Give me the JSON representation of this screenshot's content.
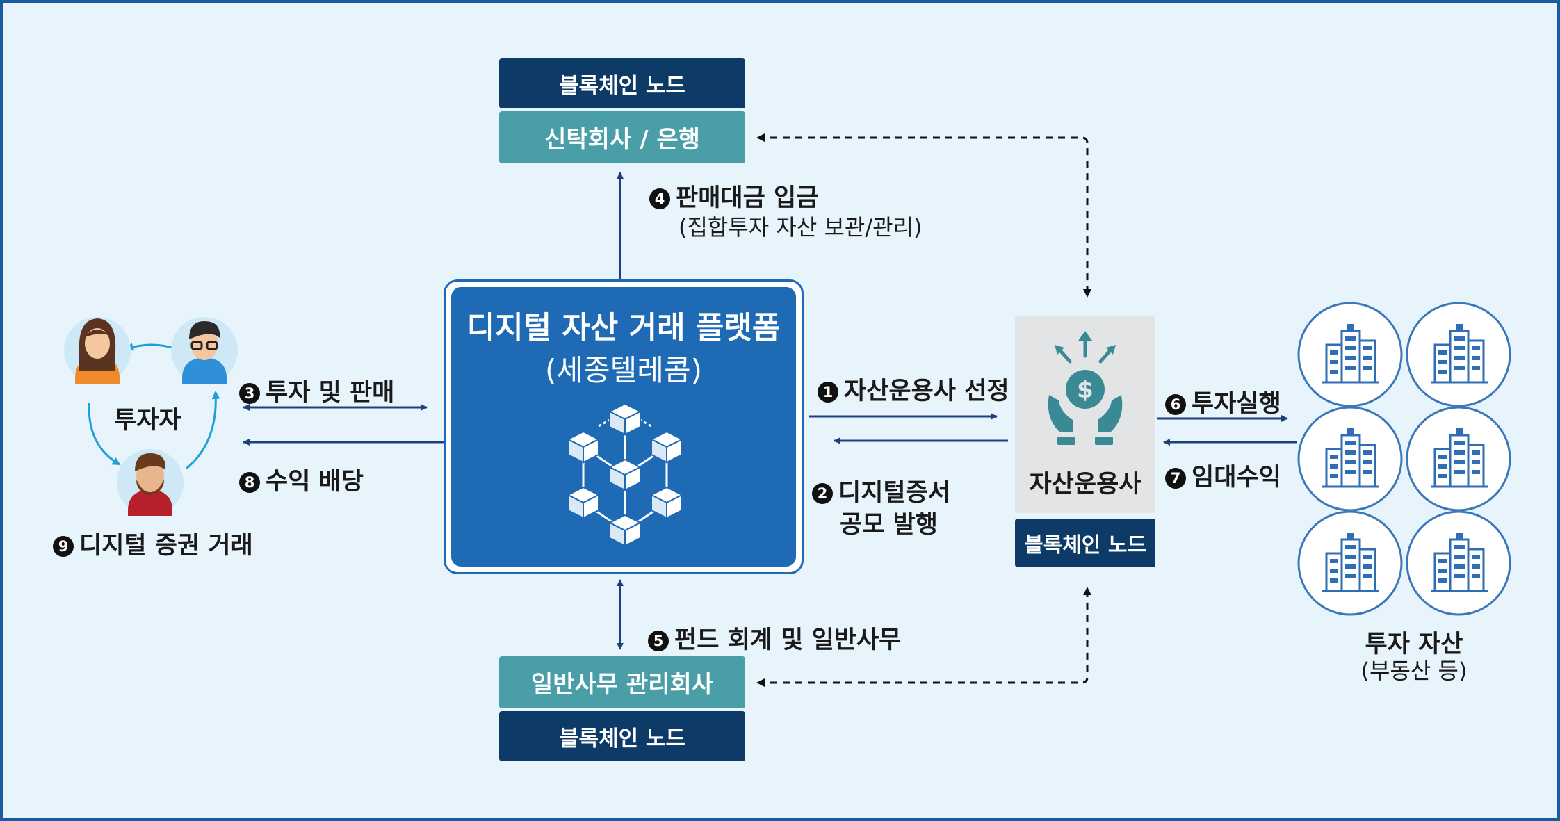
{
  "blockchain_node_label": "블록체인 노드",
  "trust_company": "신탁회사 / 은행",
  "admin_company": "일반사무 관리회사",
  "platform": {
    "title": "디지털 자산 거래 플랫폼",
    "subtitle": "(세종텔레콤)"
  },
  "asset_manager": "자산운용사",
  "investors_label": "투자자",
  "investment_assets": {
    "label": "투자 자산",
    "sublabel": "(부동산 등)"
  },
  "steps": {
    "s1": {
      "num": "1",
      "text": "자산운용사 선정"
    },
    "s2": {
      "num": "2",
      "line1": "디지털증서",
      "line2": "공모 발행"
    },
    "s3": {
      "num": "3",
      "text": "투자 및 판매"
    },
    "s4": {
      "num": "4",
      "text": "판매대금 입금",
      "sub": "(집합투자 자산 보관/관리)"
    },
    "s5": {
      "num": "5",
      "text": "펀드 회계 및 일반사무"
    },
    "s6": {
      "num": "6",
      "text": "투자실행"
    },
    "s7": {
      "num": "7",
      "text": "임대수익"
    },
    "s8": {
      "num": "8",
      "text": "수익 배당"
    },
    "s9": {
      "num": "9",
      "text": "디지털 증권 거래"
    }
  },
  "colors": {
    "background": "#e8f4fc",
    "navy": "#0d3a66",
    "teal": "#4a9ea8",
    "platform_blue": "#1f6ab5",
    "arrow": "#1d3f7a",
    "building_blue": "#2f6db5"
  },
  "icons": [
    "blockchain-cube-icon",
    "money-hands-icon",
    "building-icon",
    "investor-avatar-icon"
  ]
}
